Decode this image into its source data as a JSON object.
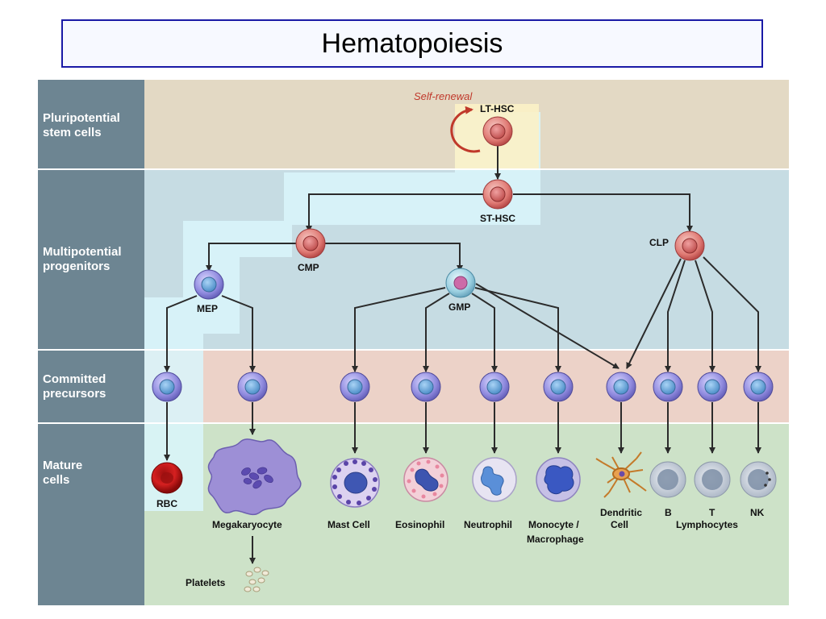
{
  "title": "Hematopoiesis",
  "stages": [
    {
      "line1": "Pluripotential",
      "line2": "stem cells"
    },
    {
      "line1": "Multipotential",
      "line2": "progenitors"
    },
    {
      "line1": "Committed",
      "line2": "precursors"
    },
    {
      "line1": "Mature",
      "line2": "cells"
    }
  ],
  "self_renewal": "Self-renewal",
  "progenitors": {
    "lt_hsc": "LT-HSC",
    "st_hsc": "ST-HSC",
    "cmp": "CMP",
    "clp": "CLP",
    "mep": "MEP",
    "gmp": "GMP"
  },
  "mature": {
    "rbc": "RBC",
    "megakaryocyte": "Megakaryocyte",
    "platelets": "Platelets",
    "mast_cell": "Mast Cell",
    "eosinophil": "Eosinophil",
    "neutrophil": "Neutrophil",
    "monocyte_line1": "Monocyte /",
    "monocyte_line2": "Macrophage",
    "dendritic_line1": "Dendritic",
    "dendritic_line2": "Cell",
    "b": "B",
    "t": "T",
    "nk": "NK",
    "lymphocytes": "Lymphocytes"
  },
  "colors": {
    "stem_band": "#e3d9c4",
    "progenitor_band": "#c6dce3",
    "committed_band": "#ecd2c8",
    "mature_band": "#cde2c8",
    "sidebar": "#6d8592",
    "highlight": "#d8f7fb",
    "stem_cell": "#d85c5c",
    "precursor_cell": "#8a86d8",
    "arrow": "#2b2b2b",
    "self_renewal": "#c0392b"
  }
}
